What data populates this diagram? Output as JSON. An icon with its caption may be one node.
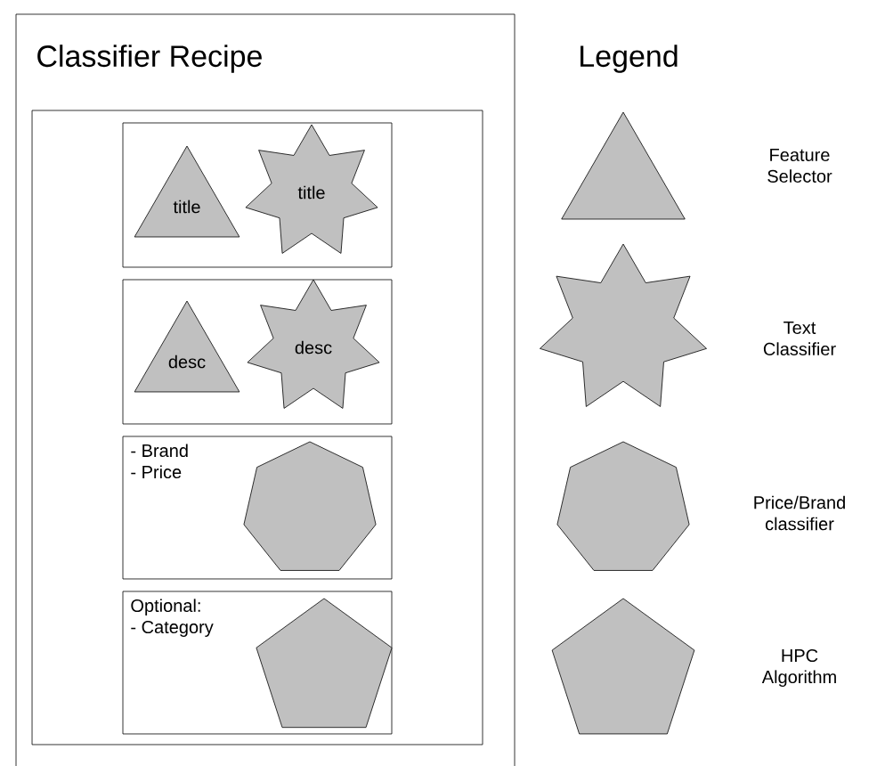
{
  "diagram": {
    "nodes": [
      {
        "text": [
          "Classifier Recipe"
        ]
      },
      {
        "text": [],
        "shape": "box",
        "in": 0
      },
      {
        "text": [],
        "shape": "box",
        "in": 1
      },
      {
        "text": [
          "title"
        ],
        "in": 2
      },
      {
        "text": [
          "title"
        ],
        "in": 2
      },
      {
        "text": [],
        "shape": "box",
        "in": 1
      },
      {
        "text": [
          "desc"
        ],
        "in": 5
      },
      {
        "text": [
          "desc"
        ],
        "in": 5
      },
      {
        "text": [
          "- Brand",
          "- Price"
        ],
        "in": 1
      },
      {
        "text": [],
        "shape": "heptagon",
        "in": 8
      },
      {
        "text": [
          "Optional:",
          "- Category"
        ],
        "in": 1
      },
      {
        "text": [],
        "shape": "pentagon",
        "in": 10
      }
    ],
    "labels": [
      "Legend"
    ],
    "legend": [
      {
        "text": "Feature Selector"
      },
      {
        "text": "Text Classifier"
      },
      {
        "text": "Price/Brand classifier"
      },
      {
        "text": "HPC Algorithm"
      }
    ]
  }
}
